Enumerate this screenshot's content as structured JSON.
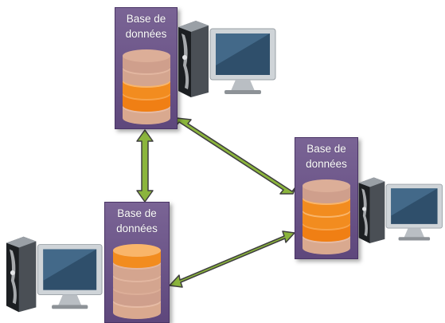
{
  "nodes": [
    {
      "id": "top",
      "label": "Base de\ndonnées"
    },
    {
      "id": "right",
      "label": "Base de\ndonnées"
    },
    {
      "id": "bottom",
      "label": "Base de\ndonnées"
    }
  ],
  "colors": {
    "node_fill": "#654d84",
    "db_orange": "#f28c1f",
    "db_pale": "#d8a58a",
    "arrow_fill": "#8bb53c",
    "arrow_stroke": "#3f3f3f"
  },
  "icons": [
    "database-icon",
    "computer-icon",
    "double-arrow-icon"
  ]
}
